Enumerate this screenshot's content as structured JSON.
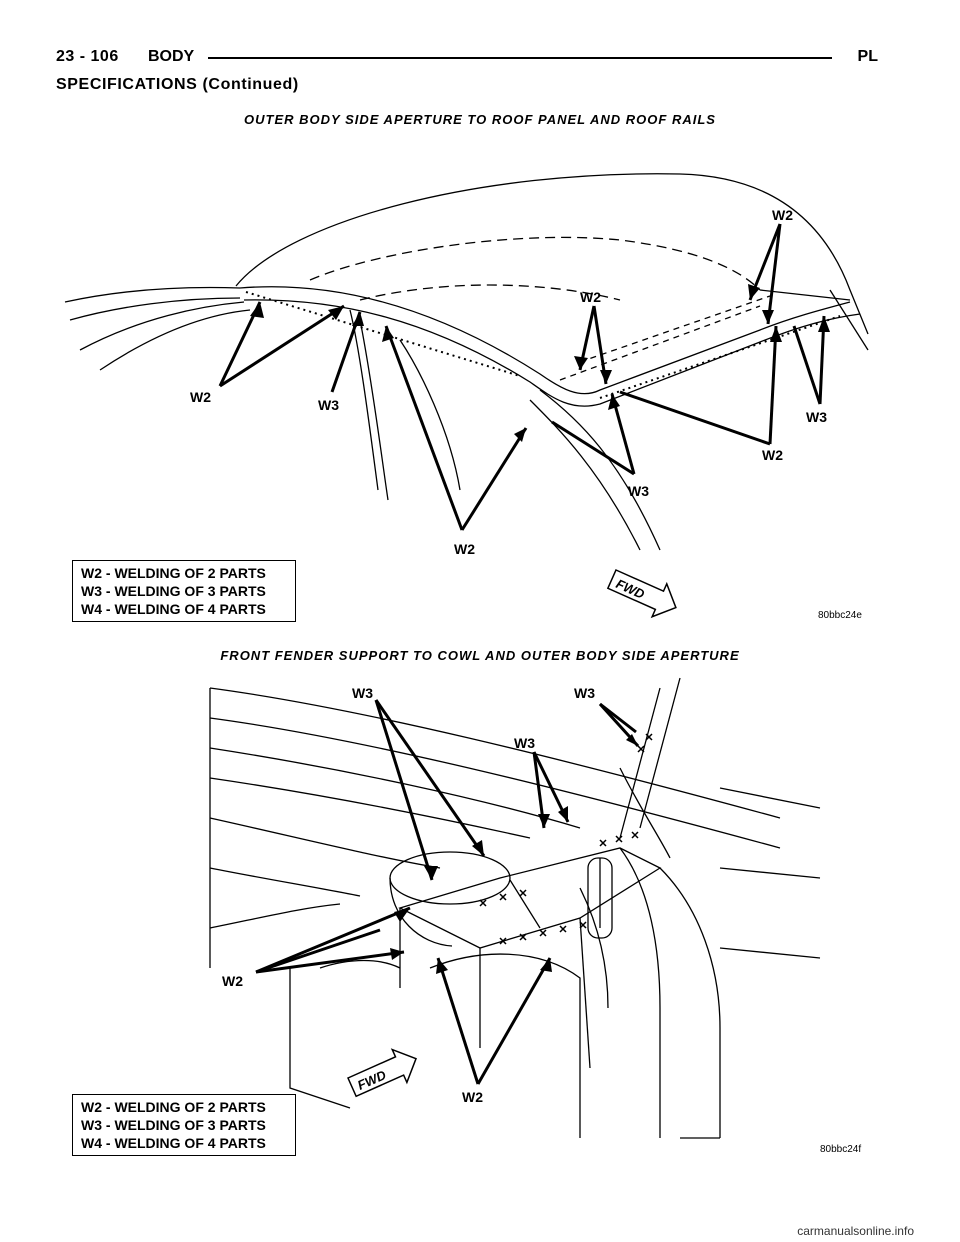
{
  "header": {
    "page_number": "23 - 106",
    "section": "BODY",
    "model_code": "PL"
  },
  "subheading": "SPECIFICATIONS (Continued)",
  "figure1": {
    "title": "OUTER BODY SIDE APERTURE TO ROOF PANEL AND ROOF RAILS",
    "callouts": {
      "w2_upper_right": "W2",
      "w2_mid": "W2",
      "w2_left": "W2",
      "w3_left": "W3",
      "w3_right": "W3",
      "w2_lower_right": "W2",
      "w3_lower": "W3",
      "w2_bottom": "W2"
    },
    "legend": [
      "W2 - WELDING OF 2 PARTS",
      "W3 - WELDING OF 3 PARTS",
      "W4 - WELDING OF 4 PARTS"
    ],
    "fwd_label": "FWD",
    "figure_id": "80bbc24e"
  },
  "figure2": {
    "title": "FRONT FENDER SUPPORT TO COWL AND OUTER BODY SIDE APERTURE",
    "callouts": {
      "w3_top_left": "W3",
      "w3_top_right": "W3",
      "w3_mid": "W3",
      "w2_left": "W2",
      "w2_bottom": "W2"
    },
    "legend": [
      "W2 - WELDING OF 2 PARTS",
      "W3 - WELDING OF 3 PARTS",
      "W4 - WELDING OF 4 PARTS"
    ],
    "fwd_label": "FWD",
    "figure_id": "80bbc24f"
  },
  "footer": "carmanualsonline.info"
}
